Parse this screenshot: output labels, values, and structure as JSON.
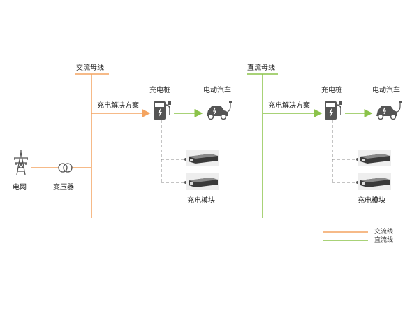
{
  "colors": {
    "ac_line": "#f4a460",
    "dc_line": "#8bc34a",
    "equipment": "#555555",
    "dashed": "#888888"
  },
  "left_section": {
    "bus_label": "交流母线",
    "solution_label": "充电解决方案",
    "charger_label": "充电桩",
    "ev_label": "电动汽车",
    "module_label": "充电模块",
    "grid_label": "电网",
    "transformer_label": "变压器"
  },
  "right_section": {
    "bus_label": "直流母线",
    "solution_label": "充电解决方案",
    "charger_label": "充电桩",
    "ev_label": "电动汽车",
    "module_label": "充电模块"
  },
  "legend": {
    "ac_label": "交流线",
    "dc_label": "直流线"
  },
  "icons": [
    "transmission-tower-icon",
    "transformer-icon",
    "charging-pile-icon",
    "electric-car-icon",
    "charging-module-icon"
  ]
}
